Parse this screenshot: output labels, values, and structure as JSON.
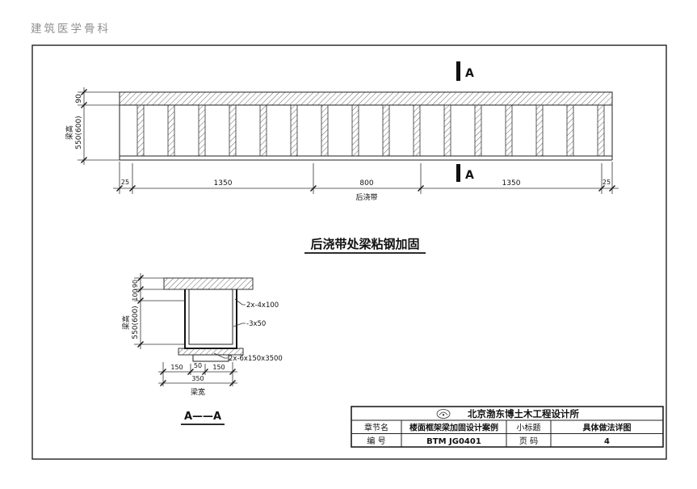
{
  "watermark": "建筑医学骨科",
  "elevation": {
    "title": "后浇带处梁粘钢加固",
    "section_marker": "A",
    "dim_slab_thickness": "90",
    "dim_beam_height": "550(600)",
    "dim_beam_height_label": "梁高",
    "dim_left_end": "25",
    "dim_span_left": "1350",
    "dim_span_middle": "800",
    "dim_span_right": "1350",
    "dim_right_end": "25",
    "postcast_strip_label": "后浇带"
  },
  "section": {
    "title": "A——A",
    "dim_slab_thickness": "90",
    "dim_plate_offset": "100",
    "dim_beam_height": "550(600)",
    "dim_beam_height_label": "梁高",
    "side_plate_label": "2x-4x100",
    "strip_plate_label": "-3x50",
    "bottom_plate_label": "2x-6x150x3500",
    "dim_bottom_left": "150",
    "dim_bottom_center": "50",
    "dim_bottom_right": "150",
    "dim_width": "350",
    "dim_width_label": "梁宽"
  },
  "title_block": {
    "institute": "北京渤东博土木工程设计所",
    "row_chapter_label": "章节名",
    "row_chapter_value": "楼面框架梁加固设计案例",
    "row_subtitle_label": "小标题",
    "row_subtitle_value": "具体做法详图",
    "row_number_label": "编  号",
    "row_number_value": "BTM JG0401",
    "row_page_label": "页  码",
    "row_page_value": "4"
  }
}
